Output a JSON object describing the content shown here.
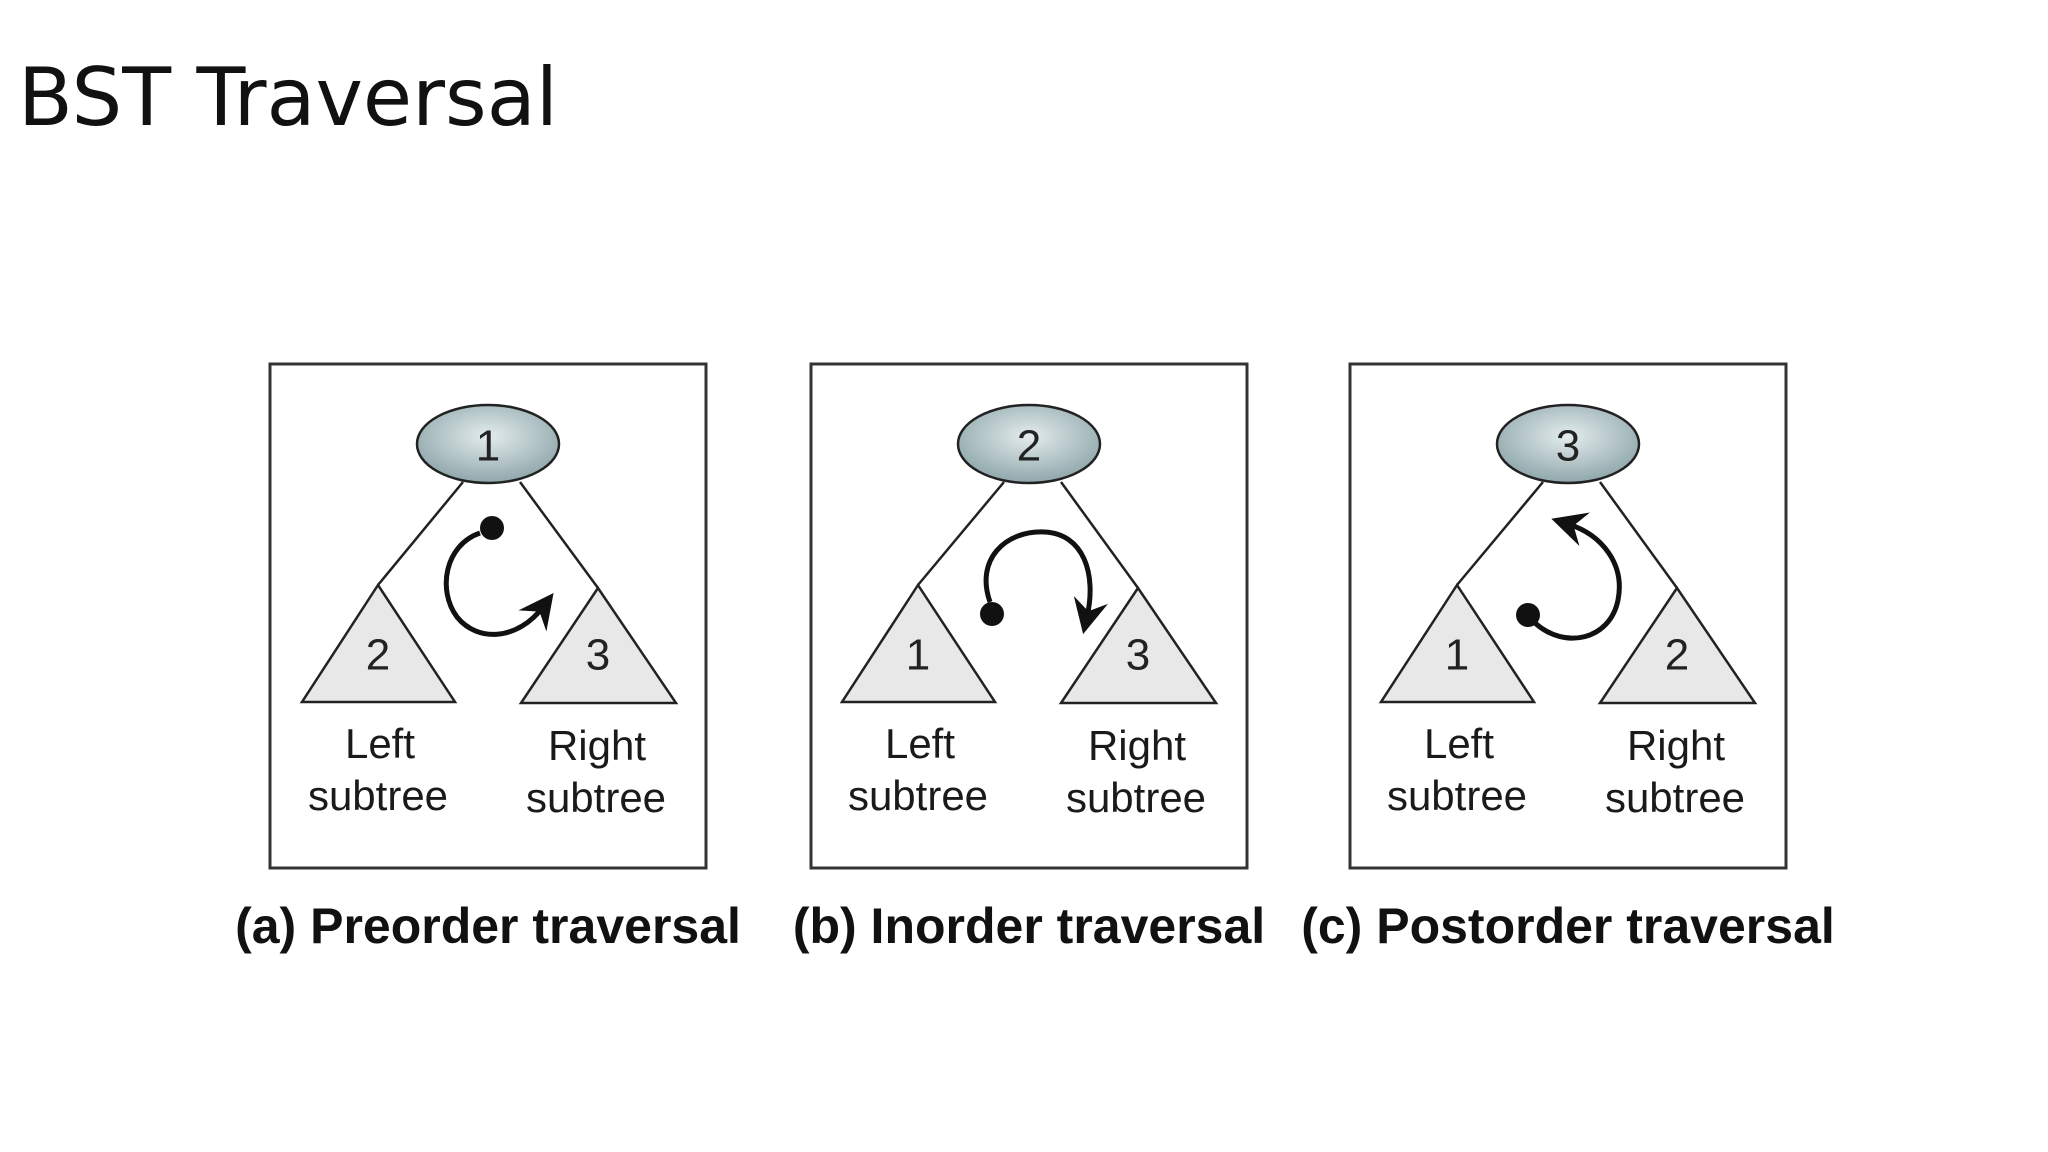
{
  "title": "BST Traversal",
  "panels": [
    {
      "root": "1",
      "left": {
        "number": "2",
        "line1": "Left",
        "line2": "subtree"
      },
      "right": {
        "number": "3",
        "line1": "Right",
        "line2": "subtree"
      },
      "arrow": "preorder-arrow",
      "caption": "(a) Preorder traversal"
    },
    {
      "root": "2",
      "left": {
        "number": "1",
        "line1": "Left",
        "line2": "subtree"
      },
      "right": {
        "number": "3",
        "line1": "Right",
        "line2": "subtree"
      },
      "arrow": "inorder-arrow",
      "caption": "(b) Inorder traversal"
    },
    {
      "root": "3",
      "left": {
        "number": "1",
        "line1": "Left",
        "line2": "subtree"
      },
      "right": {
        "number": "2",
        "line1": "Right",
        "line2": "subtree"
      },
      "arrow": "postorder-arrow",
      "caption": "(c) Postorder traversal"
    }
  ],
  "colors": {
    "node_fill_light": "#e4eced",
    "node_fill_dark": "#8fa7ab",
    "subtree_fill": "#e8e8e8",
    "stroke": "#222222"
  }
}
